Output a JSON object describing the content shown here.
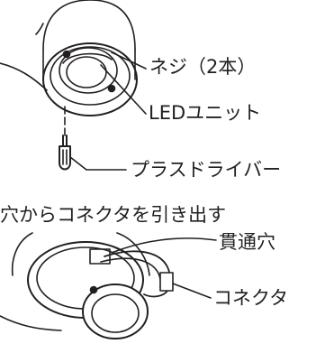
{
  "labels": {
    "screws": "ネジ（2本）",
    "led_unit": "LEDユニット",
    "driver": "プラスドライバー",
    "instruction": "穴からコネクタを引き出す",
    "through_hole": "貫通穴",
    "connector": "コネクタ"
  },
  "colors": {
    "line": "#231f20",
    "background": "#ffffff"
  }
}
